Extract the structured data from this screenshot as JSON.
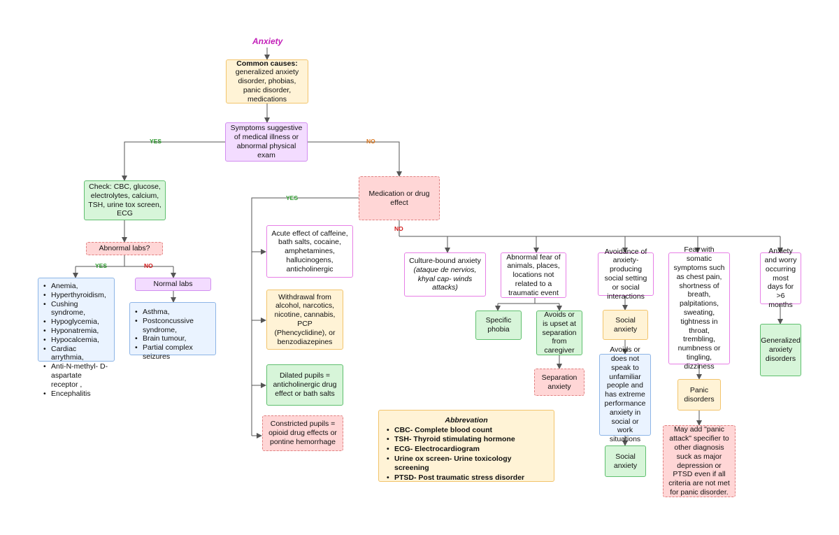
{
  "title": "Anxiety",
  "nodes": {
    "common_causes_head": "Common causes:",
    "common_causes_body": "generalized anxiety disorder, phobias, panic disorder, medications",
    "symptoms": "Symptoms suggestive of medical illness or abnormal physical exam",
    "check": "Check: CBC, glucose, electrolytes, calcium, TSH, urine tox screen, ECG",
    "abnormal_labs": "Abnormal labs?",
    "normal_labs": "Normal labs",
    "abnormal_list": [
      "Anemia,",
      "Hyperthyroidism,",
      "Cushing syndrome,",
      "Hypoglycemia,",
      "Hyponatremia,",
      "Hypocalcemia,",
      "Cardiac arrythmia,",
      "Anti-N-methyl- D-aspartate receptor ,",
      "Encephalitis"
    ],
    "normal_list": [
      "Asthma,",
      "Postconcussive syndrome,",
      "Brain tumour,",
      "Partial complex seizures"
    ],
    "medication": "Medication or drug effect",
    "acute_effect": "Acute effect of caffeine, bath salts, cocaine, amphetamines, hallucinogens, anticholinergic",
    "withdrawal": "Withdrawal from alcohol, narcotics, nicotine, cannabis, PCP (Phencyclidine), or benzodiazepines",
    "dilated": "Dilated pupils = anticholinergic drug effect or bath salts",
    "constricted": "Constricted pupils = opioid drug effects or pontine hemorrhage",
    "culture_head": "Culture-bound anxiety",
    "culture_italic": "(ataque de nervios, khyal cap- winds attacks)",
    "abnormal_fear": "Abnormal fear of animals, places, locations not related to a traumatic event",
    "specific_phobia": "Specific phobia",
    "avoids_upset": "Avoids or is upset at separation from caregiver",
    "separation_anxiety": "Separation anxiety",
    "avoidance_social": "Avoidance of anxiety-producing social setting or social interactions",
    "social_anxiety_1": "Social anxiety",
    "avoids_speak": "Avoids or does not speak to unfamiliar people and has extreme performance anxiety in social or work situations",
    "social_anxiety_2": "Social anxiety",
    "fear_somatic": "Fear with somatic symptoms such as chest pain, shortness of breath, palpitations, sweating, tightness in throat, trembling, numbness or tingling, dizziness",
    "panic_disorders": "Panic disorders",
    "panic_attack": "May add \"panic attack\" specifier to other diagnosis suck as major depression or PTSD even if all criteria are not met for panic disorder.",
    "anxiety_worry": "Anxiety and worry occurring most days for >6 months",
    "generalized": "Generalized anxiety disorders"
  },
  "edge_labels": {
    "yes_medical": "YES",
    "no_medical": "NO",
    "yes_med": "YES",
    "no_med": "NO",
    "yes_labs": "YES",
    "no_labs": "NO"
  },
  "abbreviation": {
    "heading": "Abbrevation",
    "items": [
      "CBC- Complete blood count",
      "TSH- Thyroid stimulating hormone",
      "ECG- Electrocardiogram",
      "Urine ox screen- Urine toxicology screening",
      "PTSD- Post traumatic stress disorder"
    ]
  }
}
